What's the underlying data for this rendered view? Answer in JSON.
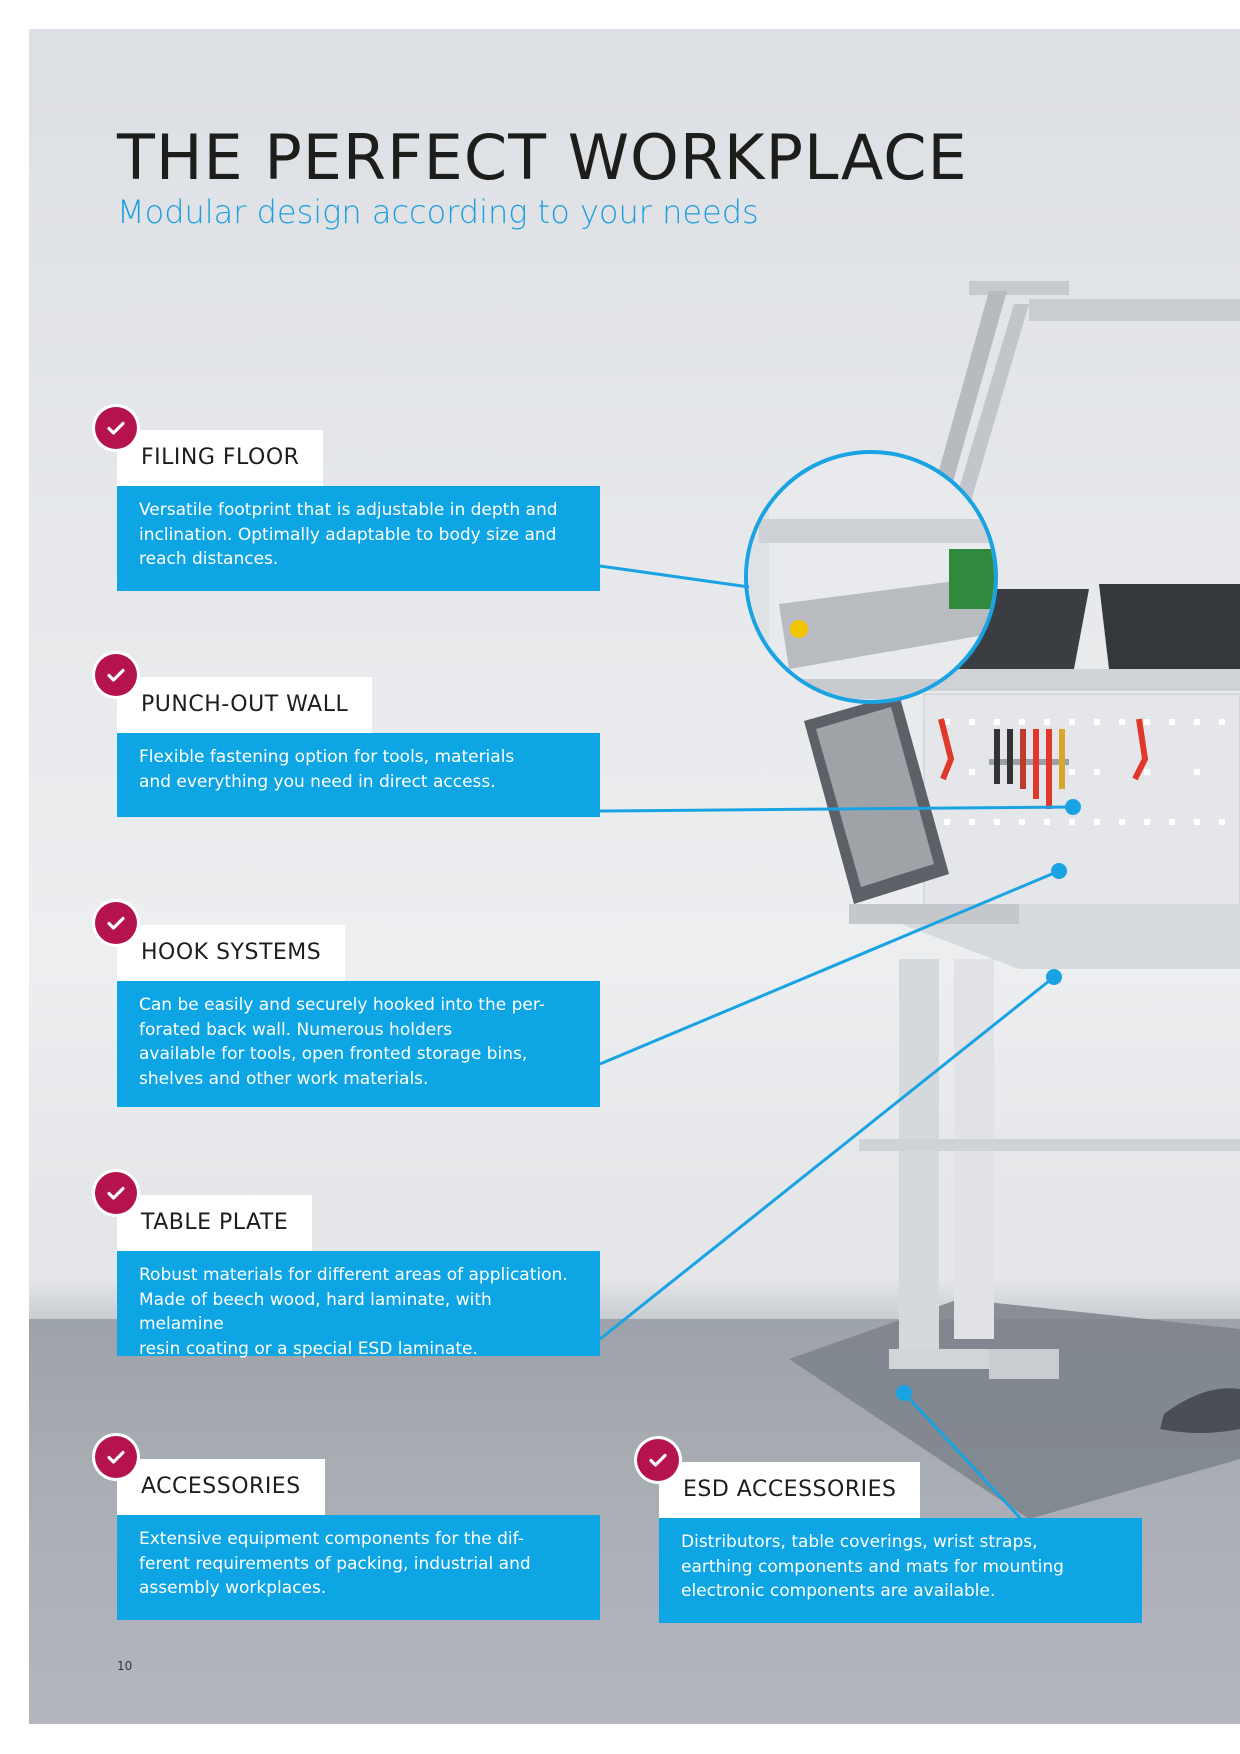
{
  "header": {
    "title": "THE PERFECT WORKPLACE",
    "subtitle": "Modular design according to your needs"
  },
  "features": [
    {
      "icon": "checkmark-icon",
      "title": "FILING FLOOR",
      "text": "Versatile footprint that is adjustable in depth and\ninclination. Optimally adaptable to body size and\nreach distances."
    },
    {
      "icon": "checkmark-icon",
      "title": "PUNCH-OUT WALL",
      "text": "Flexible fastening option for tools, materials\nand everything you need in direct access."
    },
    {
      "icon": "checkmark-icon",
      "title": "HOOK SYSTEMS",
      "text": "Can be easily and securely hooked into the per-\nforated back wall. Numerous holders\navailable for tools, open fronted storage bins,\nshelves and other work materials."
    },
    {
      "icon": "checkmark-icon",
      "title": "TABLE PLATE",
      "text": "Robust materials for different areas of application.\nMade of beech wood, hard laminate, with melamine\nresin coating or a special ESD laminate."
    },
    {
      "icon": "checkmark-icon",
      "title": "ACCESSORIES",
      "text": "Extensive equipment components for the dif-\nferent requirements of packing, industrial and\nassembly workplaces."
    },
    {
      "icon": "checkmark-icon",
      "title": "ESD ACCESSORIES",
      "text": "Distributors, table coverings, wrist straps,\nearthing components and mats for mounting\nelectronic components are available."
    }
  ],
  "footer": {
    "page_number": "10"
  },
  "colors": {
    "accent_blue": "#0ea5e4",
    "subtitle_blue": "#1a9ee0",
    "check_magenta": "#b5134d",
    "title_dark": "#1d1d1b"
  }
}
